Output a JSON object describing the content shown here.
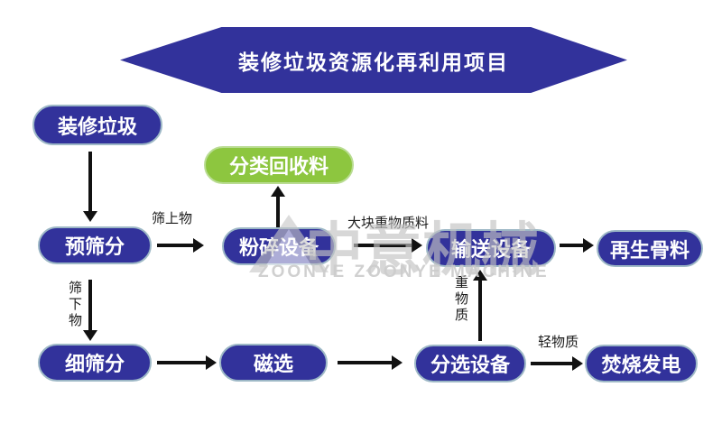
{
  "banner": {
    "label": "装修垃圾资源化再利用项目"
  },
  "nodes": [
    {
      "id": "zhuangxiu-laji",
      "label": "装修垃圾",
      "type": "blue"
    },
    {
      "id": "fenlei-huishou",
      "label": "分类回收料",
      "type": "green"
    },
    {
      "id": "yushaifen",
      "label": "预筛分",
      "type": "blue"
    },
    {
      "id": "fensui-shebei",
      "label": "粉碎设备",
      "type": "blue"
    },
    {
      "id": "shusong-shebei",
      "label": "输送设备",
      "type": "blue"
    },
    {
      "id": "zaisheng-guliao",
      "label": "再生骨料",
      "type": "blue"
    },
    {
      "id": "xishaifen",
      "label": "细筛分",
      "type": "blue"
    },
    {
      "id": "cixuan",
      "label": "磁选",
      "type": "blue"
    },
    {
      "id": "fenxuan-shebei",
      "label": "分选设备",
      "type": "blue"
    },
    {
      "id": "fenshao-fadian",
      "label": "焚烧发电",
      "type": "blue"
    }
  ],
  "edges": [
    {
      "from": "装修垃圾",
      "to": "预筛分",
      "label": ""
    },
    {
      "from": "预筛分",
      "to": "粉碎设备",
      "label": "筛上物"
    },
    {
      "from": "粉碎设备",
      "to": "分类回收料",
      "label": ""
    },
    {
      "from": "粉碎设备",
      "to": "输送设备",
      "label": "大块重物质料"
    },
    {
      "from": "输送设备",
      "to": "再生骨料",
      "label": ""
    },
    {
      "from": "预筛分",
      "to": "细筛分",
      "label": "筛下物"
    },
    {
      "from": "细筛分",
      "to": "磁选",
      "label": ""
    },
    {
      "from": "磁选",
      "to": "分选设备",
      "label": ""
    },
    {
      "from": "分选设备",
      "to": "输送设备",
      "label": "重物质"
    },
    {
      "from": "分选设备",
      "to": "焚烧发电",
      "label": "轻物质"
    }
  ],
  "watermark": {
    "text_cn": "中意机械",
    "text_en": "ZOONYE ZOONYE MACHINE"
  },
  "colors": {
    "banner_blue": "#32329B",
    "node_blue": "#32329B",
    "node_green": "#8DC63F",
    "arrow_black": "#111111",
    "watermark_gray": "#C6C6C6"
  }
}
